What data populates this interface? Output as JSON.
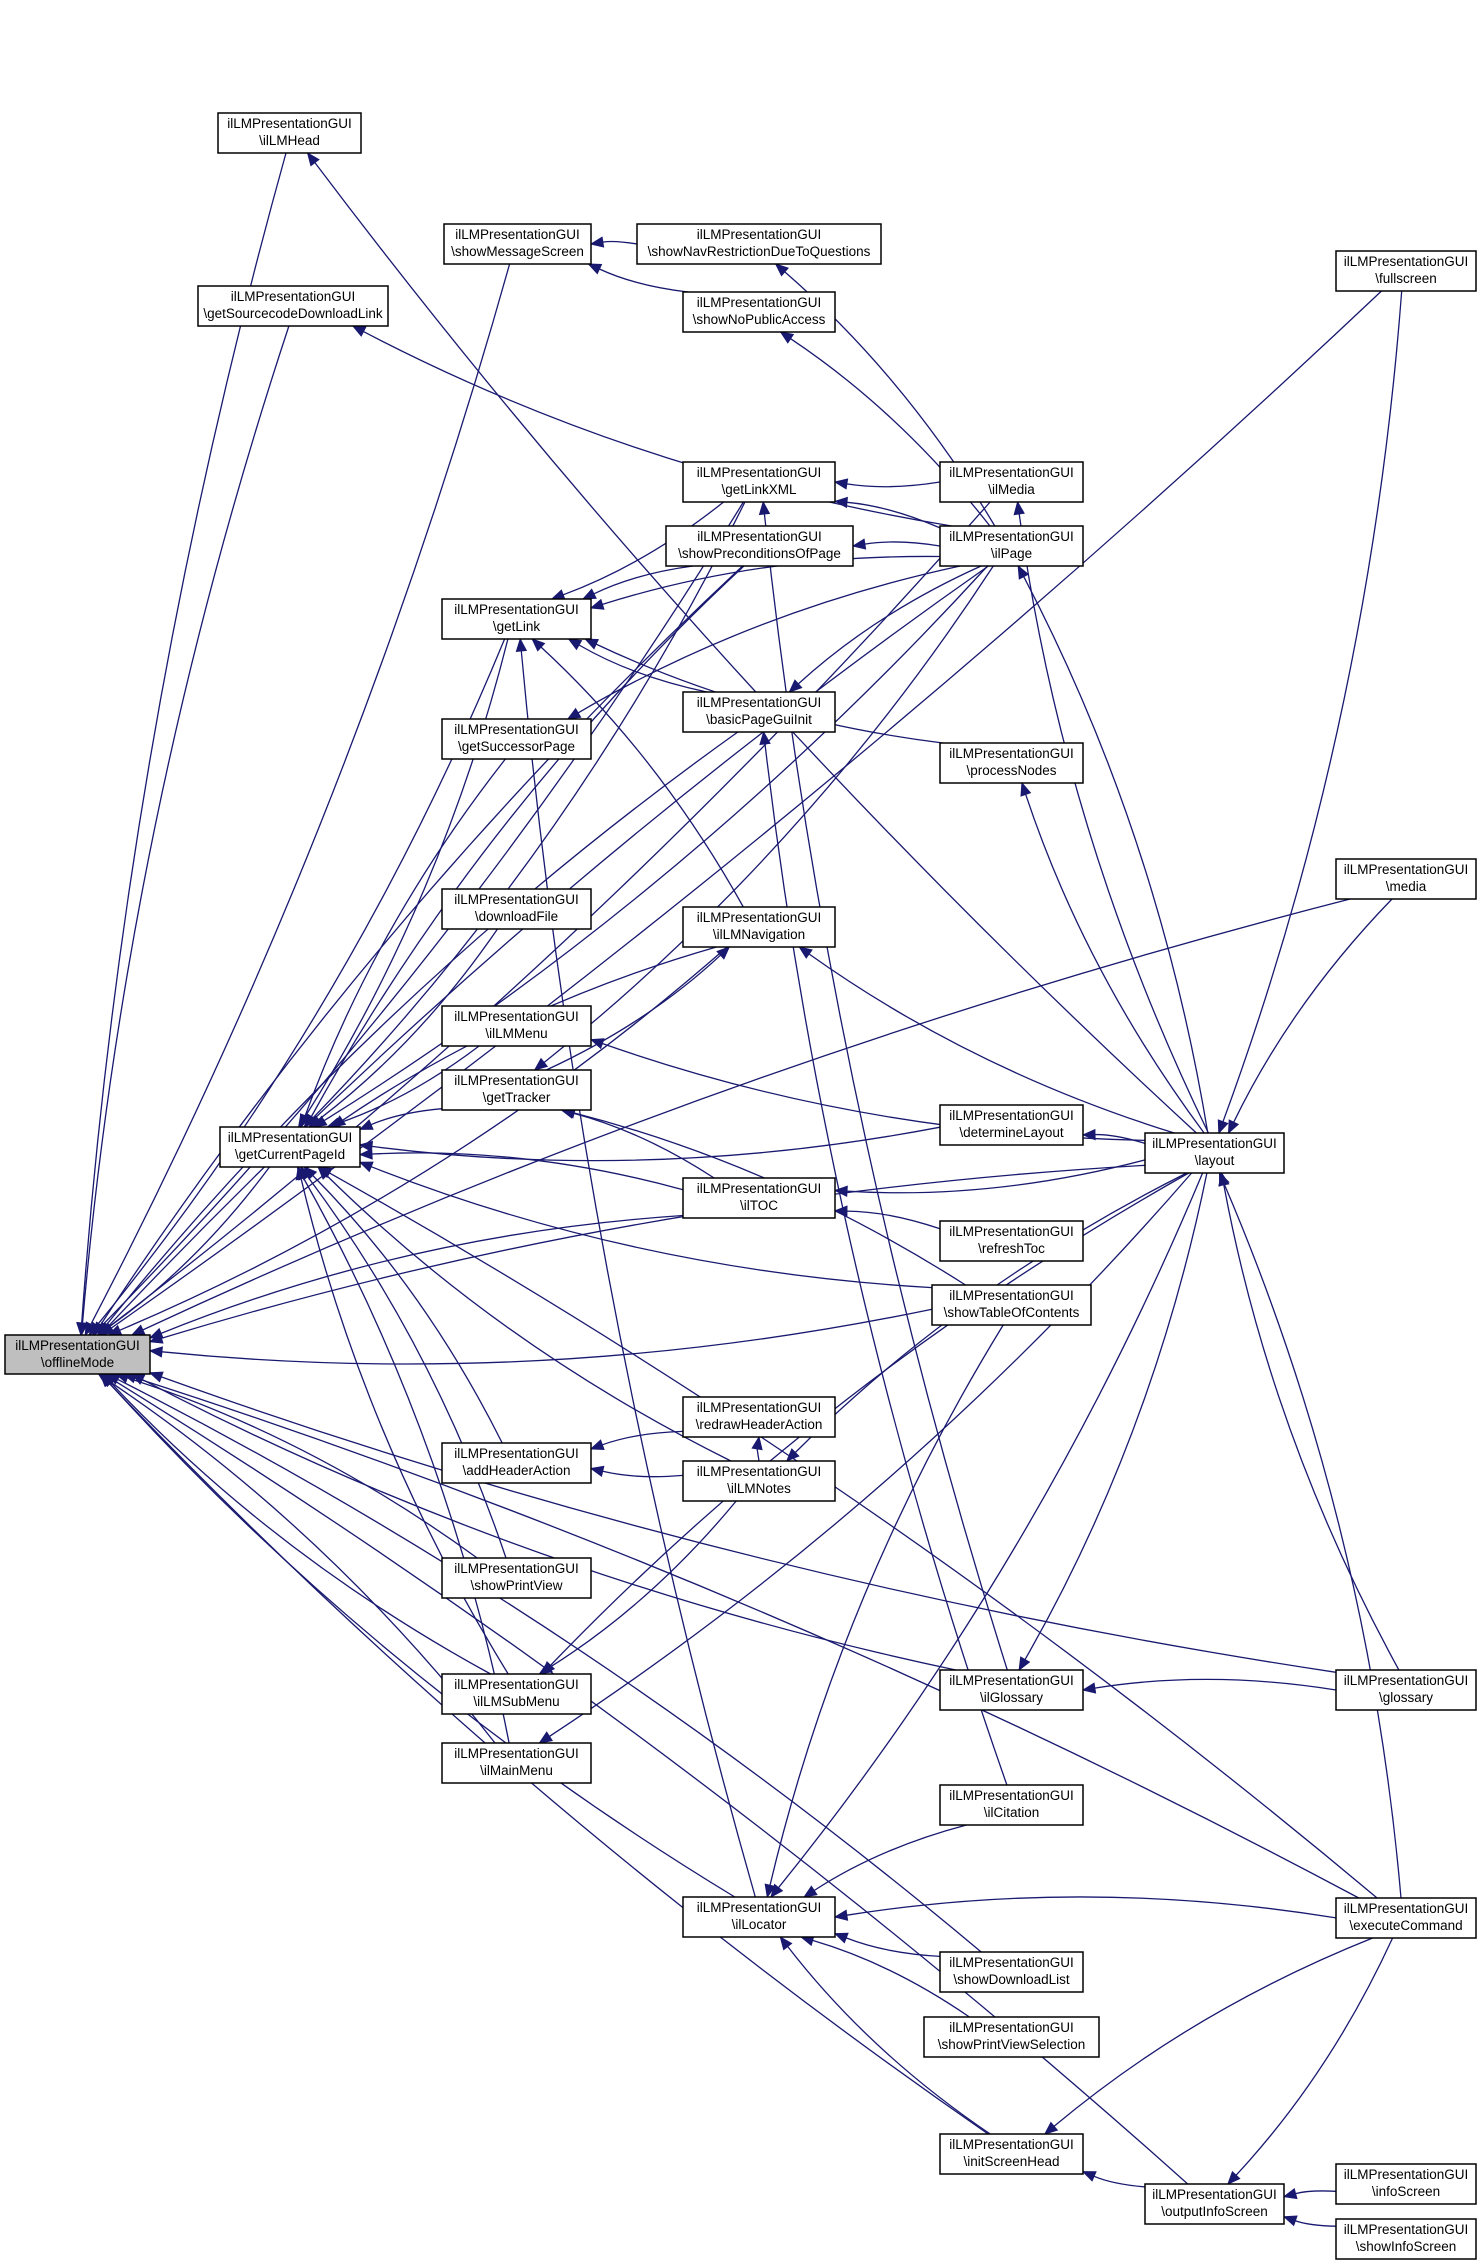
{
  "colors": {
    "edge": "#191970",
    "highlight_fill": "#bfbfbf",
    "node_fill": "#ffffff",
    "node_border": "#000000"
  },
  "nodes": [
    {
      "id": "offlineMode",
      "line1": "ilLMPresentationGUI",
      "line2": "\\offlineMode",
      "highlight": true
    },
    {
      "id": "getCurrentPageId",
      "line1": "ilLMPresentationGUI",
      "line2": "\\getCurrentPageId"
    },
    {
      "id": "ilLMHead",
      "line1": "ilLMPresentationGUI",
      "line2": "\\ilLMHead"
    },
    {
      "id": "showMessageScreen",
      "line1": "ilLMPresentationGUI",
      "line2": "\\showMessageScreen"
    },
    {
      "id": "showNavRestrictionDueToQuestions",
      "line1": "ilLMPresentationGUI",
      "line2": "\\showNavRestrictionDueToQuestions"
    },
    {
      "id": "getSourcecodeDownloadLink",
      "line1": "ilLMPresentationGUI",
      "line2": "\\getSourcecodeDownloadLink"
    },
    {
      "id": "showNoPublicAccess",
      "line1": "ilLMPresentationGUI",
      "line2": "\\showNoPublicAccess"
    },
    {
      "id": "getLinkXML",
      "line1": "ilLMPresentationGUI",
      "line2": "\\getLinkXML"
    },
    {
      "id": "showPreconditionsOfPage",
      "line1": "ilLMPresentationGUI",
      "line2": "\\showPreconditionsOfPage"
    },
    {
      "id": "getLink",
      "line1": "ilLMPresentationGUI",
      "line2": "\\getLink"
    },
    {
      "id": "basicPageGuiInit",
      "line1": "ilLMPresentationGUI",
      "line2": "\\basicPageGuiInit"
    },
    {
      "id": "getSuccessorPage",
      "line1": "ilLMPresentationGUI",
      "line2": "\\getSuccessorPage"
    },
    {
      "id": "downloadFile",
      "line1": "ilLMPresentationGUI",
      "line2": "\\downloadFile"
    },
    {
      "id": "ilLMNavigation",
      "line1": "ilLMPresentationGUI",
      "line2": "\\ilLMNavigation"
    },
    {
      "id": "ilLMMenu",
      "line1": "ilLMPresentationGUI",
      "line2": "\\ilLMMenu"
    },
    {
      "id": "getTracker",
      "line1": "ilLMPresentationGUI",
      "line2": "\\getTracker"
    },
    {
      "id": "ilTOC",
      "line1": "ilLMPresentationGUI",
      "line2": "\\ilTOC"
    },
    {
      "id": "redrawHeaderAction",
      "line1": "ilLMPresentationGUI",
      "line2": "\\redrawHeaderAction"
    },
    {
      "id": "addHeaderAction",
      "line1": "ilLMPresentationGUI",
      "line2": "\\addHeaderAction"
    },
    {
      "id": "ilLMNotes",
      "line1": "ilLMPresentationGUI",
      "line2": "\\ilLMNotes"
    },
    {
      "id": "showPrintView",
      "line1": "ilLMPresentationGUI",
      "line2": "\\showPrintView"
    },
    {
      "id": "ilLMSubMenu",
      "line1": "ilLMPresentationGUI",
      "line2": "\\ilLMSubMenu"
    },
    {
      "id": "ilMainMenu",
      "line1": "ilLMPresentationGUI",
      "line2": "\\ilMainMenu"
    },
    {
      "id": "ilLocator",
      "line1": "ilLMPresentationGUI",
      "line2": "\\ilLocator"
    },
    {
      "id": "ilMedia",
      "line1": "ilLMPresentationGUI",
      "line2": "\\ilMedia"
    },
    {
      "id": "ilPage",
      "line1": "ilLMPresentationGUI",
      "line2": "\\ilPage"
    },
    {
      "id": "processNodes",
      "line1": "ilLMPresentationGUI",
      "line2": "\\processNodes"
    },
    {
      "id": "determineLayout",
      "line1": "ilLMPresentationGUI",
      "line2": "\\determineLayout"
    },
    {
      "id": "refreshToc",
      "line1": "ilLMPresentationGUI",
      "line2": "\\refreshToc"
    },
    {
      "id": "showTableOfContents",
      "line1": "ilLMPresentationGUI",
      "line2": "\\showTableOfContents"
    },
    {
      "id": "ilGlossary",
      "line1": "ilLMPresentationGUI",
      "line2": "\\ilGlossary"
    },
    {
      "id": "ilCitation",
      "line1": "ilLMPresentationGUI",
      "line2": "\\ilCitation"
    },
    {
      "id": "showDownloadList",
      "line1": "ilLMPresentationGUI",
      "line2": "\\showDownloadList"
    },
    {
      "id": "showPrintViewSelection",
      "line1": "ilLMPresentationGUI",
      "line2": "\\showPrintViewSelection"
    },
    {
      "id": "initScreenHead",
      "line1": "ilLMPresentationGUI",
      "line2": "\\initScreenHead"
    },
    {
      "id": "layout",
      "line1": "ilLMPresentationGUI",
      "line2": "\\layout"
    },
    {
      "id": "outputInfoScreen",
      "line1": "ilLMPresentationGUI",
      "line2": "\\outputInfoScreen"
    },
    {
      "id": "fullscreen",
      "line1": "ilLMPresentationGUI",
      "line2": "\\fullscreen"
    },
    {
      "id": "media",
      "line1": "ilLMPresentationGUI",
      "line2": "\\media"
    },
    {
      "id": "glossary",
      "line1": "ilLMPresentationGUI",
      "line2": "\\glossary"
    },
    {
      "id": "executeCommand",
      "line1": "ilLMPresentationGUI",
      "line2": "\\executeCommand"
    },
    {
      "id": "infoScreen",
      "line1": "ilLMPresentationGUI",
      "line2": "\\infoScreen"
    },
    {
      "id": "showInfoScreen",
      "line1": "ilLMPresentationGUI",
      "line2": "\\showInfoScreen"
    }
  ],
  "edges": [
    [
      "getCurrentPageId",
      "offlineMode"
    ],
    [
      "ilLMHead",
      "offlineMode"
    ],
    [
      "showMessageScreen",
      "offlineMode"
    ],
    [
      "getSourcecodeDownloadLink",
      "offlineMode"
    ],
    [
      "getLinkXML",
      "offlineMode"
    ],
    [
      "showPreconditionsOfPage",
      "offlineMode"
    ],
    [
      "getLink",
      "offlineMode"
    ],
    [
      "basicPageGuiInit",
      "offlineMode"
    ],
    [
      "ilLMNavigation",
      "offlineMode"
    ],
    [
      "ilTOC",
      "offlineMode"
    ],
    [
      "showTableOfContents",
      "offlineMode"
    ],
    [
      "showPrintView",
      "offlineMode"
    ],
    [
      "ilLMSubMenu",
      "offlineMode"
    ],
    [
      "ilMainMenu",
      "offlineMode"
    ],
    [
      "ilLocator",
      "offlineMode"
    ],
    [
      "showDownloadList",
      "offlineMode"
    ],
    [
      "initScreenHead",
      "offlineMode"
    ],
    [
      "outputInfoScreen",
      "offlineMode"
    ],
    [
      "ilMedia",
      "offlineMode"
    ],
    [
      "ilPage",
      "offlineMode"
    ],
    [
      "ilGlossary",
      "offlineMode"
    ],
    [
      "layout",
      "offlineMode"
    ],
    [
      "fullscreen",
      "offlineMode"
    ],
    [
      "media",
      "offlineMode"
    ],
    [
      "glossary",
      "offlineMode"
    ],
    [
      "executeCommand",
      "offlineMode"
    ],
    [
      "getLinkXML",
      "getCurrentPageId"
    ],
    [
      "showPreconditionsOfPage",
      "getCurrentPageId"
    ],
    [
      "getLink",
      "getCurrentPageId"
    ],
    [
      "getSuccessorPage",
      "getCurrentPageId"
    ],
    [
      "downloadFile",
      "getCurrentPageId"
    ],
    [
      "ilLMNavigation",
      "getCurrentPageId"
    ],
    [
      "ilLMMenu",
      "getCurrentPageId"
    ],
    [
      "getTracker",
      "getCurrentPageId"
    ],
    [
      "determineLayout",
      "getCurrentPageId"
    ],
    [
      "ilTOC",
      "getCurrentPageId"
    ],
    [
      "showTableOfContents",
      "getCurrentPageId"
    ],
    [
      "addHeaderAction",
      "getCurrentPageId"
    ],
    [
      "ilLMNotes",
      "getCurrentPageId"
    ],
    [
      "showPrintView",
      "getCurrentPageId"
    ],
    [
      "ilLMSubMenu",
      "getCurrentPageId"
    ],
    [
      "ilMainMenu",
      "getCurrentPageId"
    ],
    [
      "ilPage",
      "getCurrentPageId"
    ],
    [
      "executeCommand",
      "getCurrentPageId"
    ],
    [
      "layout",
      "ilLMHead"
    ],
    [
      "showNavRestrictionDueToQuestions",
      "showMessageScreen"
    ],
    [
      "showNoPublicAccess",
      "showMessageScreen"
    ],
    [
      "ilPage",
      "showNavRestrictionDueToQuestions"
    ],
    [
      "ilPage",
      "getSourcecodeDownloadLink"
    ],
    [
      "ilPage",
      "showNoPublicAccess"
    ],
    [
      "ilMedia",
      "getLinkXML"
    ],
    [
      "ilPage",
      "getLinkXML"
    ],
    [
      "ilGlossary",
      "getLinkXML"
    ],
    [
      "ilPage",
      "showPreconditionsOfPage"
    ],
    [
      "getLinkXML",
      "getLink"
    ],
    [
      "showPreconditionsOfPage",
      "getLink"
    ],
    [
      "basicPageGuiInit",
      "getLink"
    ],
    [
      "ilPage",
      "getLink"
    ],
    [
      "processNodes",
      "getLink"
    ],
    [
      "ilLMNavigation",
      "getLink"
    ],
    [
      "ilLocator",
      "getLink"
    ],
    [
      "ilPage",
      "basicPageGuiInit"
    ],
    [
      "ilCitation",
      "basicPageGuiInit"
    ],
    [
      "ilPage",
      "getSuccessorPage"
    ],
    [
      "layout",
      "ilLMNavigation"
    ],
    [
      "getTracker",
      "ilLMNavigation"
    ],
    [
      "layout",
      "ilLMMenu"
    ],
    [
      "ilTOC",
      "getTracker"
    ],
    [
      "ilPage",
      "getTracker"
    ],
    [
      "showTableOfContents",
      "getTracker"
    ],
    [
      "layout",
      "ilTOC"
    ],
    [
      "refreshToc",
      "ilTOC"
    ],
    [
      "ilLMNotes",
      "redrawHeaderAction"
    ],
    [
      "redrawHeaderAction",
      "addHeaderAction"
    ],
    [
      "ilLMNotes",
      "addHeaderAction"
    ],
    [
      "layout",
      "ilLMNotes"
    ],
    [
      "ilLMNotes",
      "ilLMSubMenu"
    ],
    [
      "layout",
      "ilLMSubMenu"
    ],
    [
      "layout",
      "ilMainMenu"
    ],
    [
      "ilCitation",
      "ilLocator"
    ],
    [
      "layout",
      "ilLocator"
    ],
    [
      "executeCommand",
      "ilLocator"
    ],
    [
      "showDownloadList",
      "ilLocator"
    ],
    [
      "showPrintViewSelection",
      "ilLocator"
    ],
    [
      "initScreenHead",
      "ilLocator"
    ],
    [
      "showTableOfContents",
      "ilLocator"
    ],
    [
      "layout",
      "ilMedia"
    ],
    [
      "layout",
      "ilPage"
    ],
    [
      "layout",
      "processNodes"
    ],
    [
      "layout",
      "determineLayout"
    ],
    [
      "layout",
      "ilGlossary"
    ],
    [
      "glossary",
      "ilGlossary"
    ],
    [
      "outputInfoScreen",
      "initScreenHead"
    ],
    [
      "executeCommand",
      "initScreenHead"
    ],
    [
      "fullscreen",
      "layout"
    ],
    [
      "media",
      "layout"
    ],
    [
      "glossary",
      "layout"
    ],
    [
      "executeCommand",
      "layout"
    ],
    [
      "executeCommand",
      "outputInfoScreen"
    ],
    [
      "infoScreen",
      "outputInfoScreen"
    ],
    [
      "showInfoScreen",
      "outputInfoScreen"
    ]
  ]
}
